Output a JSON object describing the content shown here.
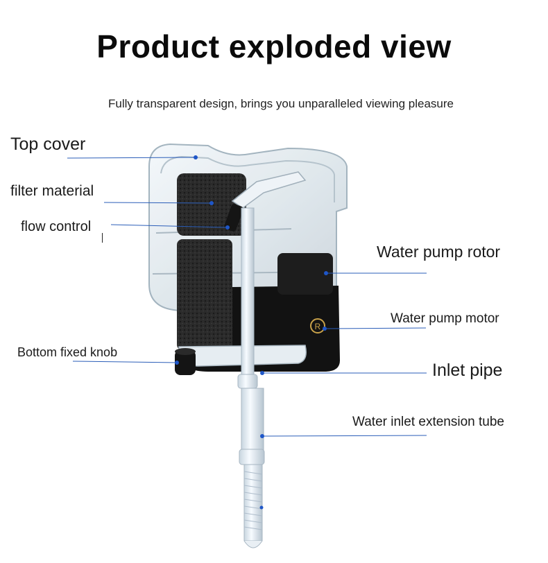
{
  "title": "Product exploded view",
  "subtitle": "Fully transparent design, brings you unparalleled viewing pleasure",
  "labels": {
    "top_cover": "Top cover",
    "filter_material": "filter material",
    "flow_control": "flow control",
    "water_pump_rotor": "Water pump rotor",
    "water_pump_motor": "Water pump motor",
    "bottom_fixed_knob": "Bottom fixed knob",
    "inlet_pipe": "Inlet pipe",
    "water_inlet_extension_tube": "Water inlet extension tube"
  },
  "colors": {
    "leader_line": "#2a5db8",
    "motor_body": "#121212",
    "sponge": "#2b2b2b",
    "housing": "#e8eef2"
  }
}
